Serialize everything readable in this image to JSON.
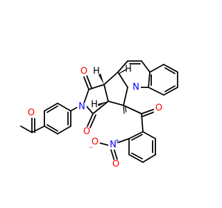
{
  "structure": {
    "atoms": [
      {
        "id": "O_acetyl",
        "text": "O",
        "color": "#ff0000"
      },
      {
        "id": "O_imide_top",
        "text": "O",
        "color": "#ff0000"
      },
      {
        "id": "O_imide_bottom",
        "text": "O",
        "color": "#ff0000"
      },
      {
        "id": "O_ketone",
        "text": "O",
        "color": "#ff0000"
      },
      {
        "id": "N_imide",
        "text": "N",
        "color": "#0000ff"
      },
      {
        "id": "N_ring",
        "text": "N",
        "color": "#0000ff"
      },
      {
        "id": "N_nitro",
        "text": "N",
        "color": "#0000ff",
        "charge": "+"
      },
      {
        "id": "O_nitro_left",
        "text": "O",
        "color": "#ff0000",
        "charge": "−"
      },
      {
        "id": "O_nitro_down",
        "text": "O",
        "color": "#ff0000"
      },
      {
        "id": "H_top",
        "text": "H",
        "color": "#000000"
      },
      {
        "id": "H_mid",
        "text": "H",
        "color": "#000000"
      },
      {
        "id": "H_right",
        "text": "H",
        "color": "#000000"
      }
    ]
  }
}
